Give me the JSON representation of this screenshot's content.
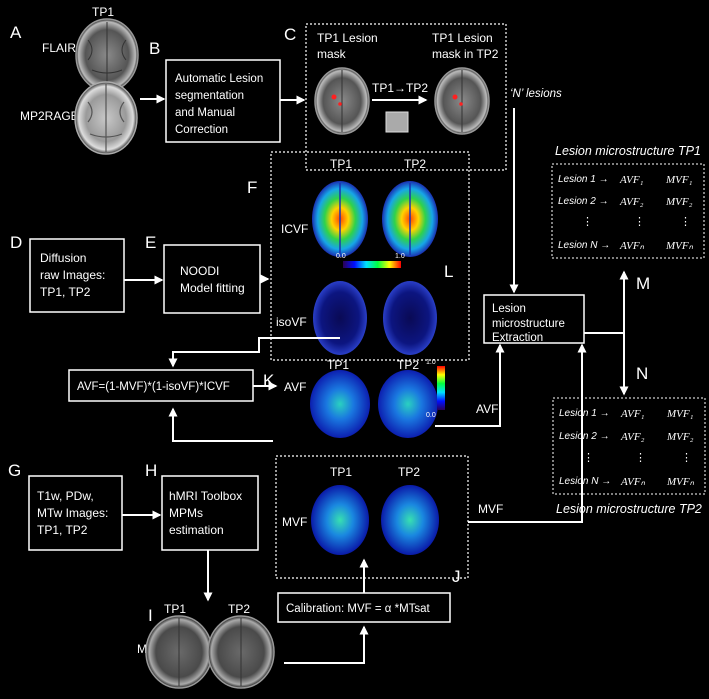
{
  "panels": {
    "A": "A",
    "B": "B",
    "C": "C",
    "D": "D",
    "E": "E",
    "F": "F",
    "G": "G",
    "H": "H",
    "I": "I",
    "J": "J",
    "K": "K",
    "L": "L",
    "M": "M",
    "N": "N"
  },
  "a": {
    "tp": "TP1",
    "flair": "FLAIR",
    "mp2rage": "MP2RAGE"
  },
  "b": {
    "lines": [
      "Automatic Lesion",
      "segmentation",
      "and Manual",
      "Correction"
    ]
  },
  "c": {
    "left": [
      "TP1 Lesion",
      "mask"
    ],
    "arrow": "TP1→TP2",
    "right": [
      "TP1 Lesion",
      "mask in TP2"
    ],
    "n_lesions": "‘N’ lesions"
  },
  "d": {
    "lines": [
      "Diffusion",
      "raw Images:",
      "TP1, TP2"
    ]
  },
  "e": {
    "lines": [
      "NOODI",
      "Model fitting"
    ]
  },
  "f": {
    "tp1": "TP1",
    "tp2": "TP2",
    "icvf": "ICVF",
    "isovf": "isoVF",
    "cb_min": "0.0",
    "cb_max": "1.0"
  },
  "k": {
    "formula": "AVF=(1-MVF)*(1-isoVF)*ICVF",
    "avf": "AVF",
    "tp1": "TP1",
    "tp2": "TP2",
    "cb_max": "1.0",
    "cb_min": "0.0"
  },
  "g": {
    "lines": [
      "T1w, PDw,",
      "MTw Images:",
      "TP1, TP2"
    ]
  },
  "h": {
    "lines": [
      "hMRI Toolbox",
      "MPMs",
      "estimation"
    ]
  },
  "mvfpanel": {
    "mvf": "MVF",
    "tp1": "TP1",
    "tp2": "TP2"
  },
  "i": {
    "tp1": "TP1",
    "tp2": "TP2",
    "mtsat": "MTsat"
  },
  "j": {
    "formula": "Calibration: MVF = α *MTsat"
  },
  "l": {
    "lines": [
      "Lesion",
      "microstructure",
      "Extraction"
    ]
  },
  "edge_labels": {
    "avf": "AVF",
    "mvf": "MVF"
  },
  "tables": {
    "tp1_title": "Lesion microstructure TP1",
    "tp2_title": "Lesion microstructure TP2",
    "rows": [
      {
        "lesion": "Lesion 1 →",
        "avf": "AVF₁",
        "mvf": "MVF₁"
      },
      {
        "lesion": "Lesion 2 →",
        "avf": "AVF₂",
        "mvf": "MVF₂"
      },
      {
        "lesion": "⋮",
        "avf": "⋮",
        "mvf": "⋮"
      },
      {
        "lesion": "Lesion N →",
        "avf": "AVFₙ",
        "mvf": "MVFₙ"
      }
    ]
  }
}
